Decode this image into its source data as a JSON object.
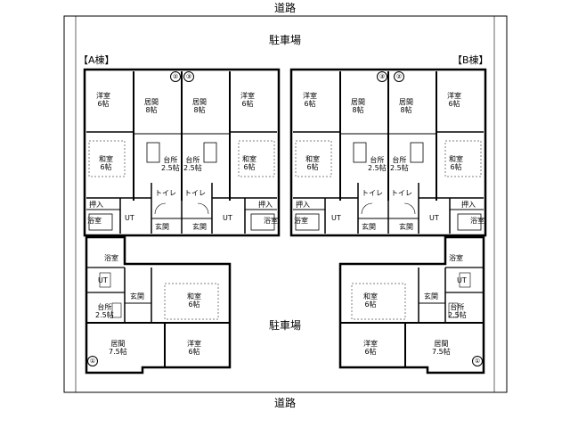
{
  "road_top": "道路",
  "road_bottom": "道路",
  "parking_top": "駐車場",
  "parking_center": "駐車場",
  "building_a": "【A棟】",
  "building_b": "【B棟】",
  "rooms": {
    "youshitsu": "洋室",
    "kyoma": "居間",
    "washitsu": "和室",
    "daidokoro": "台所",
    "oshiire": "押入",
    "yokushitsu": "浴室",
    "toilet": "トイレ",
    "ut": "UT",
    "genkan": "玄関",
    "size6": "6帖",
    "size8": "8帖",
    "size25": "2.5帖",
    "size75": "7.5帖"
  },
  "unit_numbers": [
    "①",
    "②",
    "③"
  ]
}
